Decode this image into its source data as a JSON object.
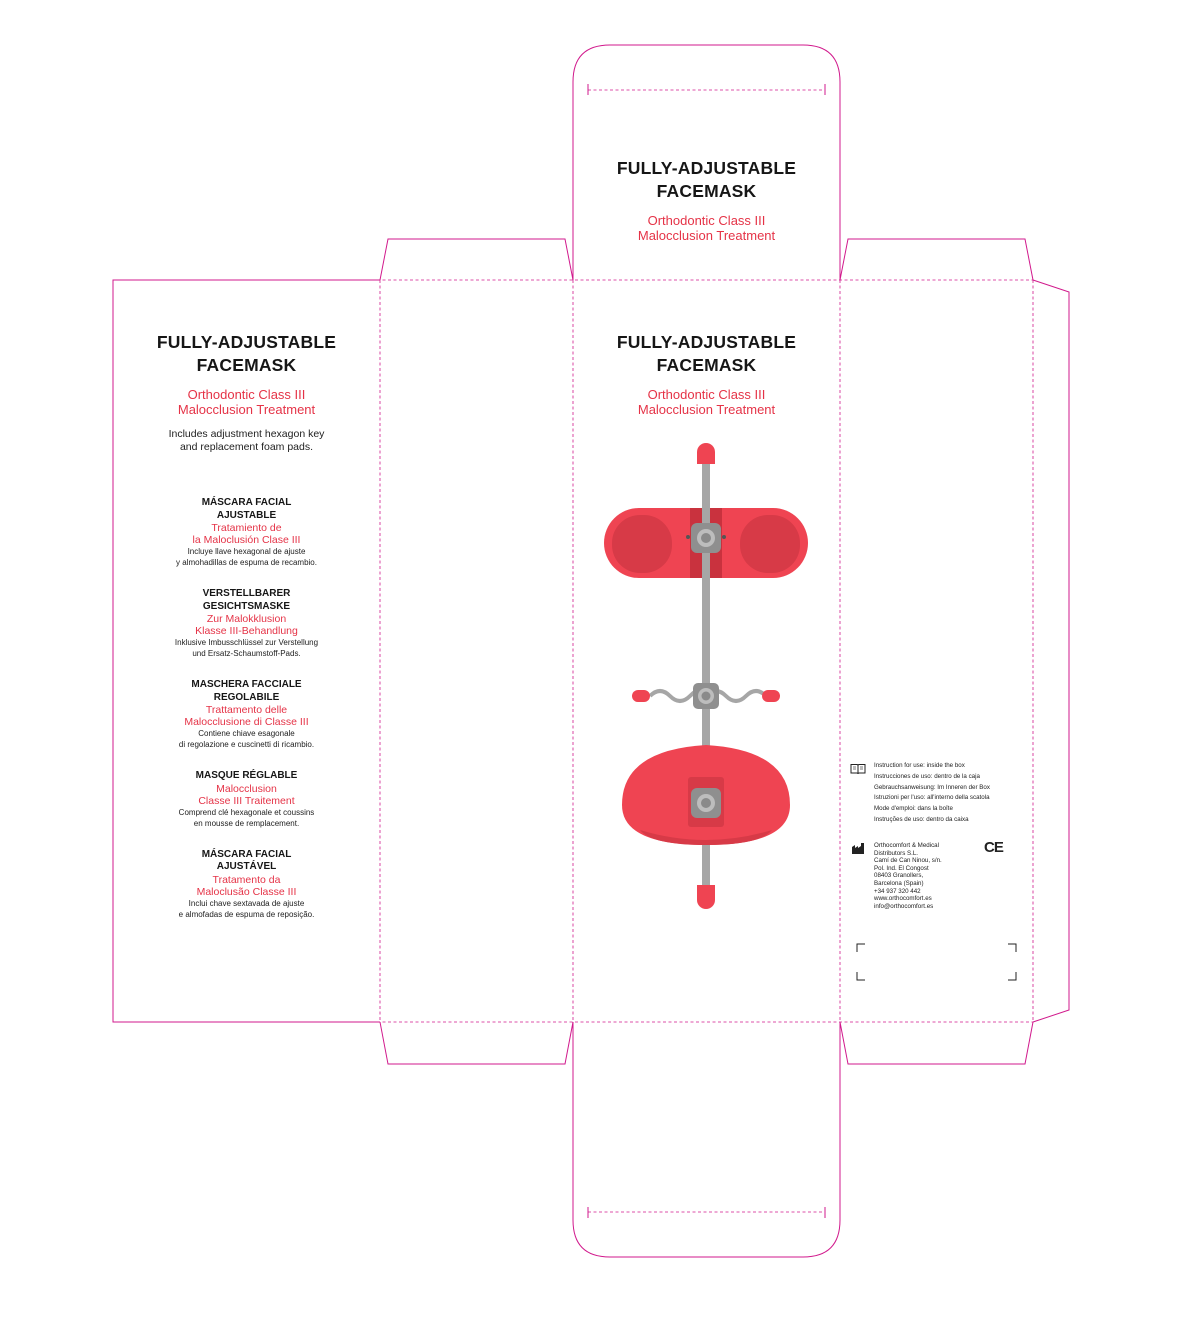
{
  "product": {
    "title": [
      "FULLY-ADJUSTABLE",
      "FACEMASK"
    ],
    "subtitle": [
      "Orthodontic Class III",
      "Malocclusion Treatment"
    ],
    "includes": [
      "Includes adjustment hexagon key",
      "and replacement foam pads."
    ]
  },
  "languages": [
    {
      "title": [
        "MÁSCARA FACIAL",
        "AJUSTABLE"
      ],
      "subtitle": [
        "Tratamiento de",
        "la Maloclusión Clase III"
      ],
      "desc": [
        "Incluye llave hexagonal de ajuste",
        "y almohadillas de espuma de recambio."
      ]
    },
    {
      "title": [
        "VERSTELLBARER",
        "GESICHTSMASKE"
      ],
      "subtitle": [
        "Zur Malokklusion",
        "Klasse III-Behandlung"
      ],
      "desc": [
        "Inklusive Imbusschlüssel zur Verstellung",
        "und Ersatz-Schaumstoff-Pads."
      ]
    },
    {
      "title": [
        "MASCHERA FACCIALE",
        "REGOLABILE"
      ],
      "subtitle": [
        "Trattamento delle",
        "Malocclusione di Classe III"
      ],
      "desc": [
        "Contiene chiave esagonale",
        "di regolazione e cuscinetti di ricambio."
      ]
    },
    {
      "title": [
        "MASQUE RÉGLABLE"
      ],
      "subtitle": [
        "Malocclusion",
        "Classe III Traitement"
      ],
      "desc": [
        "Comprend clé hexagonale et coussins",
        "en mousse de remplacement."
      ]
    },
    {
      "title": [
        "MÁSCARA FACIAL",
        "AJUSTÁVEL"
      ],
      "subtitle": [
        "Tratamento da",
        "Maloclusão Classe III"
      ],
      "desc": [
        "Inclui chave sextavada de ajuste",
        "e almofadas de espuma de reposição."
      ]
    }
  ],
  "instructions": [
    "Instruction for use: inside the box",
    "Instrucciones de uso: dentro de la caja",
    "Gebrauchsanweisung: Im Inneren der Box",
    "Istruzioni per l'uso: all'interno della scatola",
    "Mode d'emploi: dans la boîte",
    "Instruções de uso: dentro da caixa"
  ],
  "manufacturer": {
    "name": [
      "Orthocomfort & Medical",
      "Distributors S.L."
    ],
    "address": [
      "Camí de Can Ninou, s/n.",
      "Pol. Ind. El Congost",
      "08403 Granollers,",
      "Barcelona (Spain)"
    ],
    "phone": "+34 937 320 442",
    "web": "www.orthocomfort.es",
    "email": "info@orthocomfort.es"
  },
  "ce_mark": "CE",
  "icons": [
    "book-icon",
    "manufacturer-icon"
  ],
  "colors": {
    "dieline": "#d1198c",
    "accent": "#e53347",
    "mask_red": "#ef4452",
    "mask_dark": "#d73a47",
    "metal": "#a6a6a6"
  }
}
